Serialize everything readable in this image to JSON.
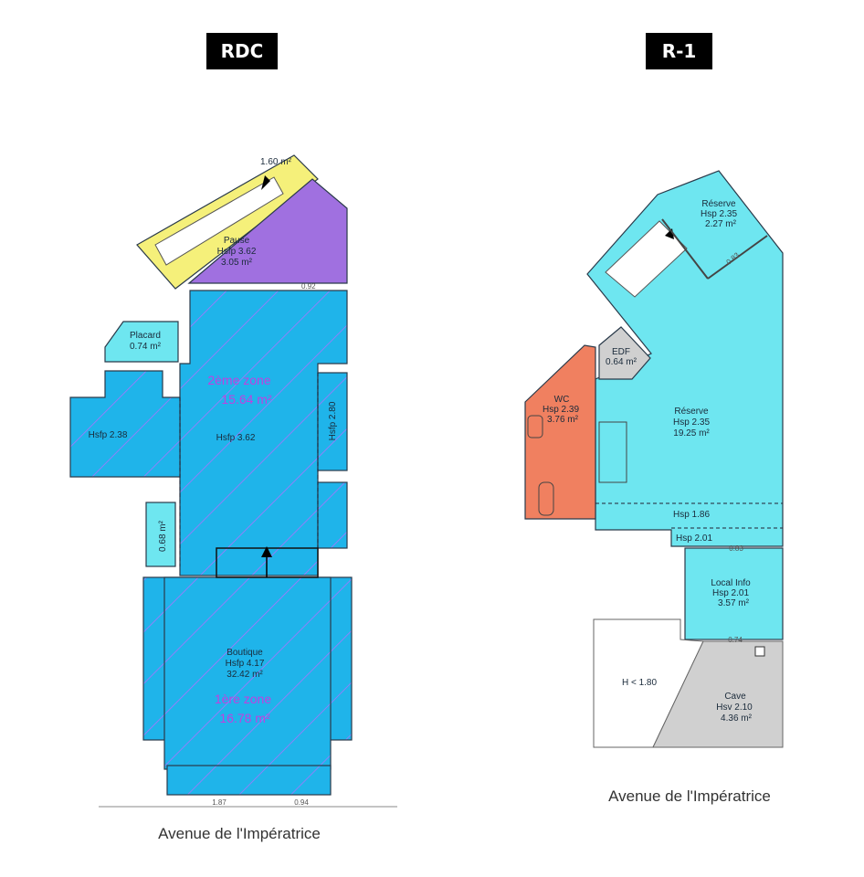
{
  "colors": {
    "main_blue": "#1fb4ea",
    "light_cyan": "#6ee6f0",
    "pause_purple": "#a070e0",
    "stair_yellow": "#f5f07a",
    "wc_orange": "#f08060",
    "gray": "#d0d0d0",
    "hatch": "#b070ff",
    "zone_text": "#c040e0"
  },
  "rdc": {
    "title": "RDC",
    "stair_area": "1.60 m²",
    "pause": {
      "name": "Pause",
      "height": "Hsfp 3.62",
      "area": "3.05 m²",
      "door": "0.92"
    },
    "placard": {
      "name": "Placard",
      "area": "0.74 m²"
    },
    "zone2": {
      "name": "2ème zone",
      "area": "15.64 m²",
      "height": "Hsfp 3.62"
    },
    "left_annex": "Hsfp 2.38",
    "right_annex": "Hsfp 2.80",
    "small_closet": "0.68 m²",
    "boutique": {
      "name": "Boutique",
      "height": "Hsfp 4.17",
      "area": "32.42 m²"
    },
    "zone1": {
      "name": "1ère zone",
      "area": "16.78 m²"
    },
    "dims": [
      "1.87",
      "0.94"
    ],
    "street": "Avenue de l'Impératrice"
  },
  "r1": {
    "title": "R-1",
    "reserve_small": {
      "name": "Réserve",
      "height": "Hsp 2.35",
      "area": "2.27 m²",
      "door": "0.83"
    },
    "edf": {
      "name": "EDF",
      "area": "0.64 m²"
    },
    "wc": {
      "name": "WC",
      "height": "Hsp 2.39",
      "area": "3.76 m²"
    },
    "reserve": {
      "name": "Réserve",
      "height": "Hsp 2.35",
      "area": "19.25 m²"
    },
    "hsp186": "Hsp 1.86",
    "hsp201": "Hsp 2.01",
    "door1": "0.83",
    "local_info": {
      "name": "Local Info",
      "height": "Hsp 2.01",
      "area": "3.57 m²"
    },
    "door2": "0.74",
    "low": "H < 1.80",
    "cave": {
      "name": "Cave",
      "height": "Hsv 2.10",
      "area": "4.36 m²"
    },
    "street": "Avenue de l'Impératrice"
  }
}
